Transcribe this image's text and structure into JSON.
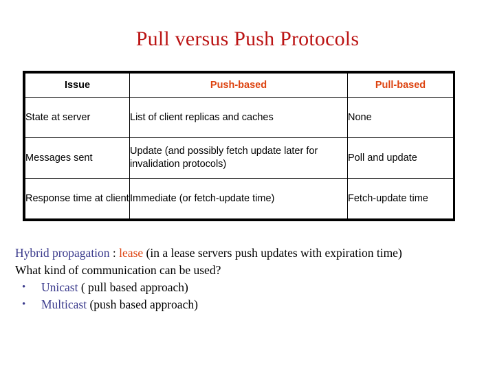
{
  "slide": {
    "title": "Pull versus Push Protocols",
    "title_color": "#bb1414"
  },
  "table": {
    "headers": {
      "issue": "Issue",
      "push": "Push-based",
      "pull": "Pull-based"
    },
    "header_colors": {
      "issue": "#000000",
      "push": "#dd4411",
      "pull": "#dd4411"
    },
    "rows": [
      {
        "issue": "State at server",
        "push": "List of client replicas and caches",
        "pull": "None"
      },
      {
        "issue": "Messages sent",
        "push": "Update (and possibly fetch update later for invalidation protocols)",
        "pull": "Poll and update"
      },
      {
        "issue": "Response time at client",
        "push": "Immediate (or fetch-update time)",
        "pull": "Fetch-update time"
      }
    ]
  },
  "body": {
    "hybrid_label": "Hybrid propagation",
    "hybrid_separator": " : ",
    "hybrid_term": "lease",
    "hybrid_rest": " (in a lease servers push updates with expiration time)",
    "question": "What kind of communication can be used?",
    "bullet_glyph": "•",
    "bullets": [
      {
        "term": "Unicast",
        "note": "  ( pull based approach)"
      },
      {
        "term": "Multicast",
        "note": " (push based approach)"
      }
    ],
    "accent_indigo": "#3a3a8c",
    "accent_orange": "#dd4411"
  }
}
